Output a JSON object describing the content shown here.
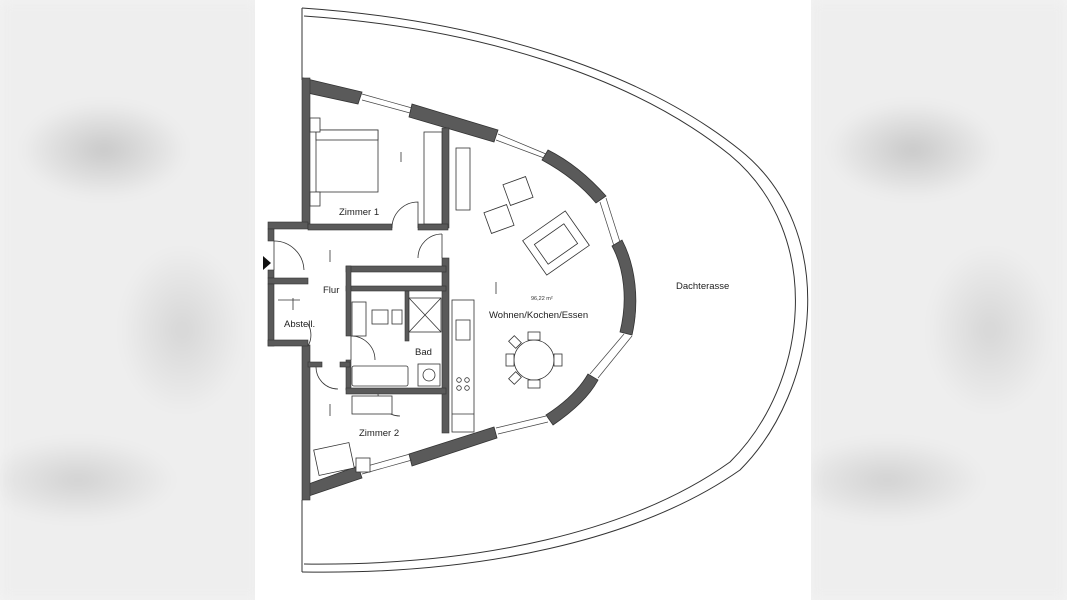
{
  "rooms": {
    "zimmer1": "Zimmer 1",
    "flur": "Flur",
    "abstell": "Abstell.",
    "bad": "Bad",
    "wohnen": "Wohnen/Kochen/Essen",
    "wohnen_area": "96,22 m²",
    "zimmer2": "Zimmer 2",
    "dachterasse": "Dachterasse"
  },
  "colors": {
    "wall": "#5a5a5a",
    "line": "#333333",
    "background": "#ffffff"
  }
}
